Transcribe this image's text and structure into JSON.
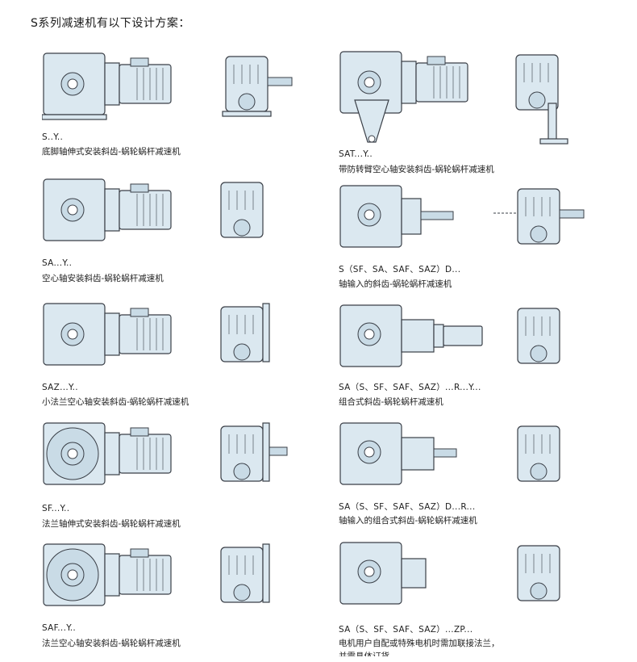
{
  "page_title": "S系列减速机有以下设计方案：",
  "colors": {
    "body": "#dbe8f0",
    "outline": "#3a3f47",
    "accent_fill": "#c9dbe6"
  },
  "items": [
    {
      "code": "S..Y..",
      "desc": "底脚轴伸式安装斜齿-蜗轮蜗杆减速机"
    },
    {
      "code": "SAT...Y..",
      "desc": "带防转臂空心轴安装斜齿-蜗轮蜗杆减速机"
    },
    {
      "code": "SA...Y..",
      "desc": "空心轴安装斜齿-蜗轮蜗杆减速机"
    },
    {
      "code": "S（SF、SA、SAF、SAZ）D...",
      "desc": "轴输入的斜齿-蜗轮蜗杆减速机"
    },
    {
      "code": "SAZ...Y..",
      "desc": "小法兰空心轴安装斜齿-蜗轮蜗杆减速机"
    },
    {
      "code": "SA（S、SF、SAF、SAZ）...R...Y...",
      "desc": "组合式斜齿-蜗轮蜗杆减速机"
    },
    {
      "code": "SF...Y..",
      "desc": "法兰轴伸式安装斜齿-蜗轮蜗杆减速机"
    },
    {
      "code": "SA（S、SF、SAF、SAZ）D...R...",
      "desc": "轴输入的组合式斜齿-蜗轮蜗杆减速机"
    },
    {
      "code": "SAF...Y..",
      "desc": "法兰空心轴安装斜齿-蜗轮蜗杆减速机"
    },
    {
      "code": "SA（S、SF、SAF、SAZ）...ZP...",
      "desc": "电机用户自配或特殊电机时需加联接法兰，",
      "desc_cont": "并需具体订货"
    }
  ]
}
